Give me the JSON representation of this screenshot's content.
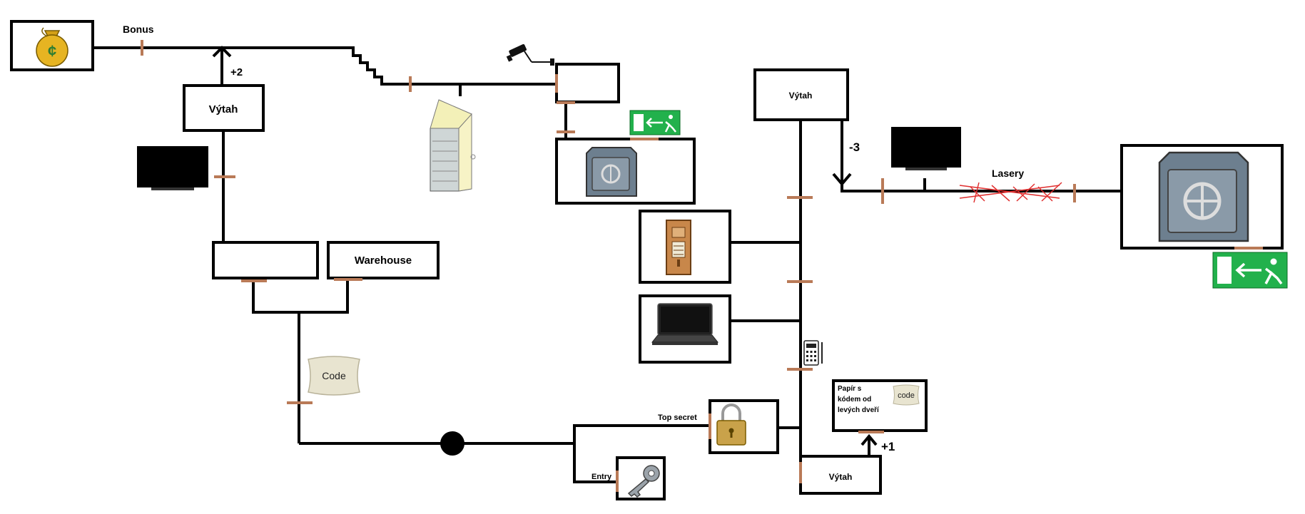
{
  "labels": {
    "bonus": "Bonus",
    "up2": "+2",
    "vytah_left": "Výtah",
    "warehouse": "Warehouse",
    "code_scroll": "Code",
    "top_secret": "Top secret",
    "entry": "Entry",
    "vytah_top_right": "Výtah",
    "minus3": "-3",
    "lasery": "Lasery",
    "vytah_bottom": "Výtah",
    "plus1": "+1",
    "paper_line1": "Papír s",
    "paper_line2": "kódem od",
    "paper_line3": "levých dveří",
    "paper_code": "code"
  },
  "colors": {
    "line": "#000000",
    "door": "#b97a57",
    "exit_green": "#22b14c",
    "safe": "#6d7f8f",
    "gold": "#d4a017",
    "laser": "#e03030",
    "scroll": "#e8e4d0"
  },
  "icons": [
    "money-bag-icon",
    "security-camera-icon",
    "server-rack-icon",
    "exit-sign-icon",
    "safe-icon",
    "tv-icon",
    "door-icon",
    "laptop-icon",
    "keypad-icon",
    "padlock-icon",
    "key-icon",
    "scroll-icon"
  ]
}
